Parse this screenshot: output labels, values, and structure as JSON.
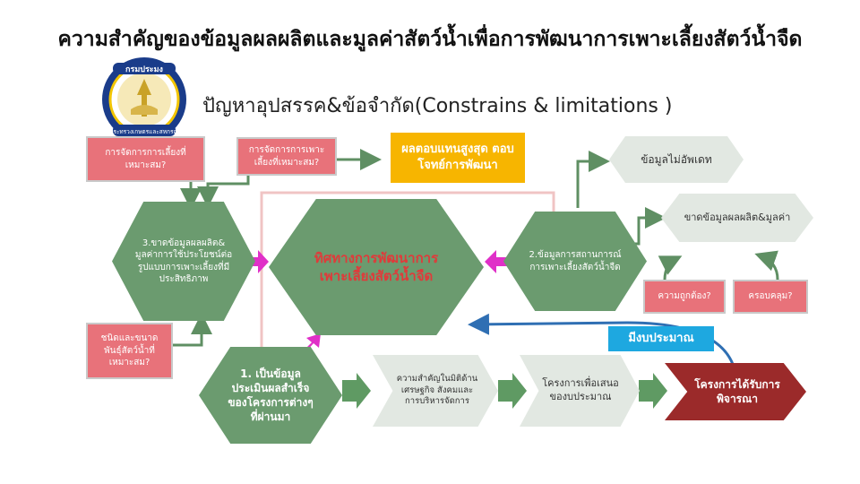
{
  "title": "ความสำคัญของข้อมูลผลผลิตและมูลค่าสัตว์น้ำเพื่อการพัฒนาการเพาะเลี้ยงสัตว์น้ำจืด",
  "subtitle": "ปัญหาอุปสรรค&ข้อจำกัด(Constrains & limitations )",
  "logo": {
    "text_top": "กรมประมง",
    "text_bottom": "กระทรวงเกษตรและสหกรณ์"
  },
  "boxes": {
    "mgmt_suitable": "การจัดการการเลี้ยงที่เหมาะสม?",
    "mgmt_farming": "การจัดการการเพาะเลี้ยงที่เหมาะสม?",
    "best_return": "ผลตอบแทนสูงสุด ตอบโจทย์การพัฒนา",
    "species_size": "ชนิดและขนาดพันธุ์สัตว์น้ำที่เหมาะสม?",
    "accuracy": "ความถูกต้อง?",
    "coverage": "ครอบคลุม?",
    "has_budget": "มีงบประมาณ"
  },
  "nodes": {
    "lack_data": "3.ขาดข้อมูลผลผลิต& มูลค่าการใช้ประโยชน์ต่อรูปแบบการเพาะเลี้ยงที่มีประสิทธิภาพ",
    "direction": "ทิศทางการพัฒนาการเพาะเลี้ยงสัตว์น้ำจืด",
    "situation": "2.ข้อมูลการสถานการณ์การเพาะเลี้ยงสัตว์น้ำจืด",
    "evaluation": "1. เป็นข้อมูลประเมินผลสำเร็จของโครงการต่างๆ ที่ผ่านมา",
    "importance": "ความสำคัญในมิติด้านเศรษฐกิจ สังคมและการบริหารจัดการ",
    "proposal": "โครงการเพื่อเสนอของบประมาณ",
    "approved": "โครงการได้รับการพิจารณา",
    "not_updated": "ข้อมูลไม่อัพเดท",
    "lack_prod_value": "ขาดข้อมูลผลผลิต&มูลค่า"
  },
  "colors": {
    "green": "#6b9b6f",
    "pink": "#e8727a",
    "yellow": "#f7b500",
    "blue": "#1ea8e0",
    "red": "#9b2a2a",
    "light": "#e2e8e2",
    "magenta_arrow": "#e030c8"
  }
}
